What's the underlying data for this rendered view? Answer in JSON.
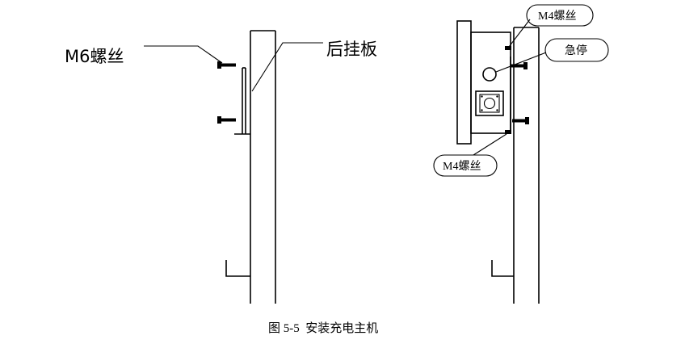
{
  "labels": {
    "m6_screw": "M6螺丝",
    "rear_plate": "后挂板",
    "m4_screw_top": "M4螺丝",
    "emergency_stop": "急停",
    "m4_screw_bottom": "M4螺丝"
  },
  "caption": "图 5-5  安装充电主机"
}
